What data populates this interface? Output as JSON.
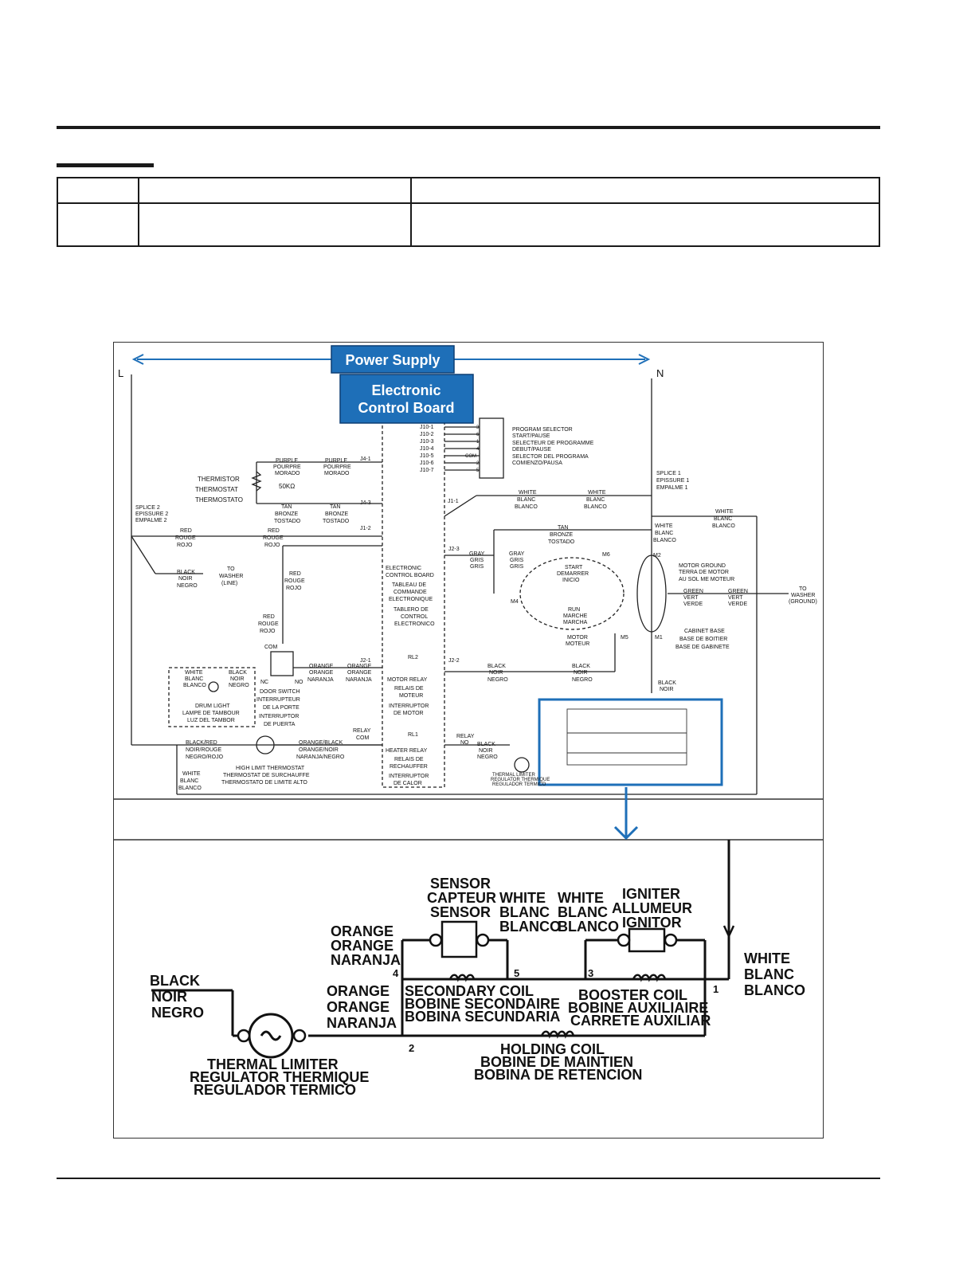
{
  "colors": {
    "accent": "#1e6fb8",
    "ink": "#111111"
  },
  "callouts": {
    "power_supply": "Power Supply",
    "ecb_line1": "Electronic",
    "ecb_line2": "Control Board"
  },
  "top": {
    "L": "L",
    "N": "N",
    "j10": [
      "J10-1",
      "J10-2",
      "J10-3",
      "J10-4",
      "J10-5",
      "J10-6",
      "J10-7"
    ],
    "j10_pins": [
      "3",
      "6",
      "1",
      "4",
      "COM",
      "2",
      "5"
    ],
    "program_selector": [
      "PROGRAM SELECTOR",
      "START/PAUSE",
      "SELECTEUR DE PROGRAMME",
      "DEBUT/PAUSE",
      "SELECTOR DEL PROGRAMA",
      "COMIENZO/PAUSA"
    ],
    "thermistor": [
      "THERMISTOR",
      "THERMOSTAT",
      "THERMOSTATO"
    ],
    "ohm": "50KΩ",
    "purple": [
      "PURPLE",
      "POURPRE",
      "MORADO"
    ],
    "tan": [
      "TAN",
      "BRONZE",
      "TOSTADO"
    ],
    "j4_1": "J4-1",
    "j4_3": "J4-3",
    "j1_2": "J1-2",
    "j1_1": "J1-1",
    "j2_3": "J2-3",
    "j2_1": "J2-1",
    "j2_2": "J2-2",
    "splice2": [
      "SPLICE 2",
      "EPISSURE 2",
      "EMPALME 2"
    ],
    "splice1": [
      "SPLICE 1",
      "EPISSURE 1",
      "EMPALME 1"
    ],
    "red": [
      "RED",
      "ROUGE",
      "ROJO"
    ],
    "black": [
      "BLACK",
      "NOIR",
      "NEGRO"
    ],
    "white": [
      "WHITE",
      "BLANC",
      "BLANCO"
    ],
    "gray": [
      "GRAY",
      "GRIS",
      "GRIS"
    ],
    "orange": [
      "ORANGE",
      "ORANGE",
      "NARANJA"
    ],
    "green": [
      "GREEN",
      "VERT",
      "VERDE"
    ],
    "to_washer_line": [
      "TO",
      "WASHER",
      "(LINE)"
    ],
    "to_washer_ground": [
      "TO",
      "WASHER",
      "(GROUND)"
    ],
    "ecb_label": [
      "ELECTRONIC",
      "CONTROL BOARD",
      "TABLEAU DE",
      "COMMANDE",
      "ELECTRONIQUE",
      "TABLERO DE",
      "CONTROL",
      "ELECTRONICO"
    ],
    "start": [
      "START",
      "DEMARRER",
      "INICIO"
    ],
    "run": [
      "RUN",
      "MARCHE",
      "MARCHA"
    ],
    "motor": [
      "MOTOR",
      "MOTEUR"
    ],
    "motor_ground": [
      "MOTOR GROUND",
      "TERRA DE MOTOR",
      "AU SOL ME MOTEUR"
    ],
    "cabinet_base": [
      "CABINET BASE",
      "BASE DE BOITIER",
      "BASE DE GABINETE"
    ],
    "m1": "M1",
    "m2": "M2",
    "m4": "M4",
    "m5": "M5",
    "m6": "M6",
    "com": "COM",
    "nc": "NC",
    "no": "NO",
    "door_switch": [
      "DOOR SWITCH",
      "INTERRUPTEUR",
      "DE LA PORTE",
      "INTERRUPTOR",
      "DE PUERTA"
    ],
    "drum_light": [
      "DRUM LIGHT",
      "LAMPE DE TAMBOUR",
      "LUZ DEL TAMBOR"
    ],
    "rl2": "RL2",
    "motor_relay": [
      "MOTOR RELAY",
      "RELAIS DE",
      "MOTEUR",
      "INTERRUPTOR",
      "DE MOTOR"
    ],
    "rl1": "RL1",
    "relay_com": [
      "RELAY",
      "COM"
    ],
    "relay_no": [
      "RELAY",
      "NO"
    ],
    "heater_relay": [
      "HEATER RELAY",
      "RELAIS DE",
      "RECHAUFFER",
      "INTERRUPTOR",
      "DE CALOR"
    ],
    "black_red": [
      "BLACK/RED",
      "NOIR/ROUGE",
      "NEGRO/ROJO"
    ],
    "orange_black": [
      "ORANGE/BLACK",
      "ORANGE/NOIR",
      "NARANJA/NEGRO"
    ],
    "high_limit": [
      "HIGH LIMIT THERMOSTAT",
      "THERMOSTAT DE SURCHAUFFE",
      "THERMOSTATO DE LIMITE ALTO"
    ],
    "thermal_limiter_small": [
      "THERMAL LIMITER",
      "REGULATOR THERMIQUE",
      "REGULADOR TERMICO"
    ]
  },
  "detail": {
    "sensor": [
      "SENSOR",
      "CAPTEUR",
      "SENSOR"
    ],
    "white_a": [
      "WHITE",
      "BLANC",
      "BLANCO"
    ],
    "white_b": [
      "WHITE",
      "BLANC",
      "BLANCO"
    ],
    "igniter": [
      "IGNITER",
      "ALLUMEUR",
      "IGNITOR"
    ],
    "orange_top": [
      "ORANGE",
      "ORANGE",
      "NARANJA"
    ],
    "orange_mid": [
      "ORANGE",
      "ORANGE",
      "NARANJA"
    ],
    "black": [
      "BLACK",
      "NOIR",
      "NEGRO"
    ],
    "white_right": [
      "WHITE",
      "BLANC",
      "BLANCO"
    ],
    "secondary_coil": [
      "SECONDARY COIL",
      "BOBINE SECONDAIRE",
      "BOBINA SECUNDARIA"
    ],
    "booster_coil": [
      "BOOSTER COIL",
      "BOBINE AUXILIAIRE",
      "CARRETE AUXILIAR"
    ],
    "holding_coil": [
      "HOLDING COIL",
      "BOBINE DE MAINTIEN",
      "BOBINA DE RETENCION"
    ],
    "thermal_limiter": [
      "THERMAL LIMITER",
      "REGULATOR THERMIQUE",
      "REGULADOR TERMICO"
    ],
    "n1": "1",
    "n2": "2",
    "n3": "3",
    "n4": "4",
    "n5": "5"
  }
}
